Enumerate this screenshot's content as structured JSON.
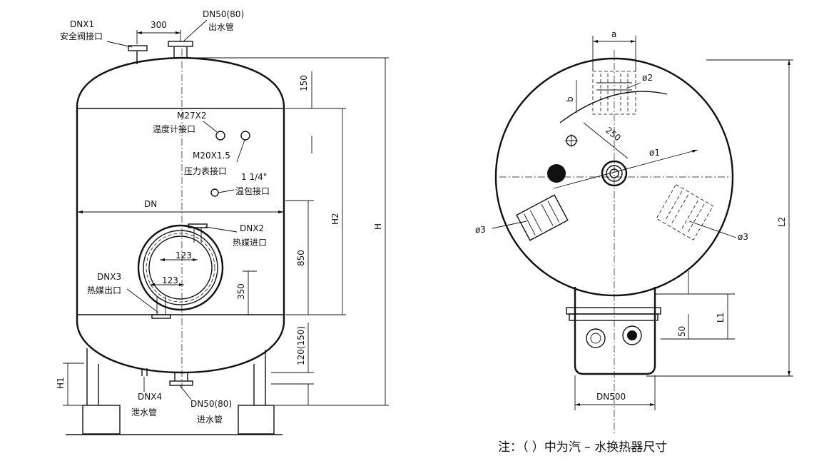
{
  "front_view": {
    "top_nozzles": {
      "relief_valve_size": "DNX1",
      "relief_valve_name": "安全阀接口",
      "spacing": "300",
      "outlet_size": "DN50(80)",
      "outlet_name": "出水管"
    },
    "gauges": {
      "thermometer_thread": "M27X2",
      "thermometer_name": "温度计接口",
      "pressure_thread": "M20X1.5",
      "pressure_name": "压力表接口",
      "bulb_size": "1 1/4\"",
      "bulb_name": "温包接口"
    },
    "heat_medium": {
      "inlet_size": "DNX2",
      "inlet_name": "热媒进口",
      "outlet_size": "DNX3",
      "outlet_name": "热媒出口",
      "pitch_upper": "123",
      "pitch_lower": "123"
    },
    "bottom_nozzles": {
      "drain_size": "DNX4",
      "drain_name": "泄水管",
      "inlet_size": "DN50(80)",
      "inlet_name": "进水管"
    },
    "dimensions": {
      "diameter": "DN",
      "head_height": "150",
      "h2": "H2",
      "h_total": "H",
      "d850": "850",
      "d350": "350",
      "d120": "120(150)",
      "h1": "H1"
    }
  },
  "side_view": {
    "a": "a",
    "b": "b",
    "d2": "ø2",
    "d250": "250",
    "d1": "ø1",
    "d3_left": "ø3",
    "d3_right": "ø3",
    "l2": "L2",
    "l1": "L1",
    "d50": "50",
    "dn500": "DN500"
  },
  "note": "注：（ ）中为汽 – 水换热器尺寸"
}
